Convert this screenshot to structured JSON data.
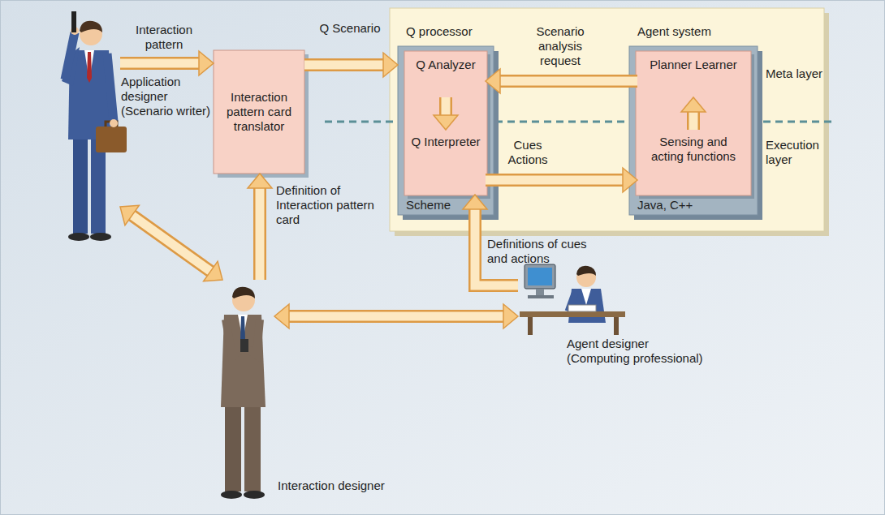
{
  "diagram": {
    "nodes": [
      {
        "text": [
          "Application designer (Scenario writer)"
        ]
      },
      {
        "text": [
          "Interaction pattern card translator"
        ]
      },
      {
        "text": [
          "Q processor",
          "Scheme"
        ]
      },
      {
        "text": [
          "Q Analyzer"
        ],
        "in": 2
      },
      {
        "text": [
          "Q Interpreter"
        ],
        "in": 2
      },
      {
        "text": [
          "Agent system",
          "Java, C++"
        ]
      },
      {
        "text": [
          "Planner Learner"
        ],
        "in": 5
      },
      {
        "text": [
          "Sensing and acting functions"
        ],
        "in": 5
      },
      {
        "text": [
          "Interaction designer"
        ]
      },
      {
        "text": [
          "Agent designer (Computing professional)"
        ]
      }
    ],
    "edges": [
      {
        "from": 0,
        "to": 1,
        "label": "Interaction pattern",
        "arrow": "to"
      },
      {
        "from": 1,
        "to": 2,
        "label": "Q Scenario",
        "arrow": "to"
      },
      {
        "from": 6,
        "to": 3,
        "label": "Scenario analysis request",
        "arrow": "to"
      },
      {
        "from": 3,
        "to": 4,
        "arrow": "to"
      },
      {
        "from": 4,
        "to": 7,
        "label": "Cues Actions",
        "arrow": "to"
      },
      {
        "from": 7,
        "to": 6,
        "arrow": "to"
      },
      {
        "from": 8,
        "to": 1,
        "label": "Definition of Interaction pattern card",
        "arrow": "to"
      },
      {
        "from": 0,
        "to": 8,
        "arrow": "both"
      },
      {
        "from": 8,
        "to": 9,
        "arrow": "both"
      },
      {
        "from": 9,
        "to": 4,
        "label": "Definitions of cues and actions",
        "arrow": "to"
      }
    ],
    "labels": [
      "Meta layer",
      "Execution layer"
    ]
  }
}
